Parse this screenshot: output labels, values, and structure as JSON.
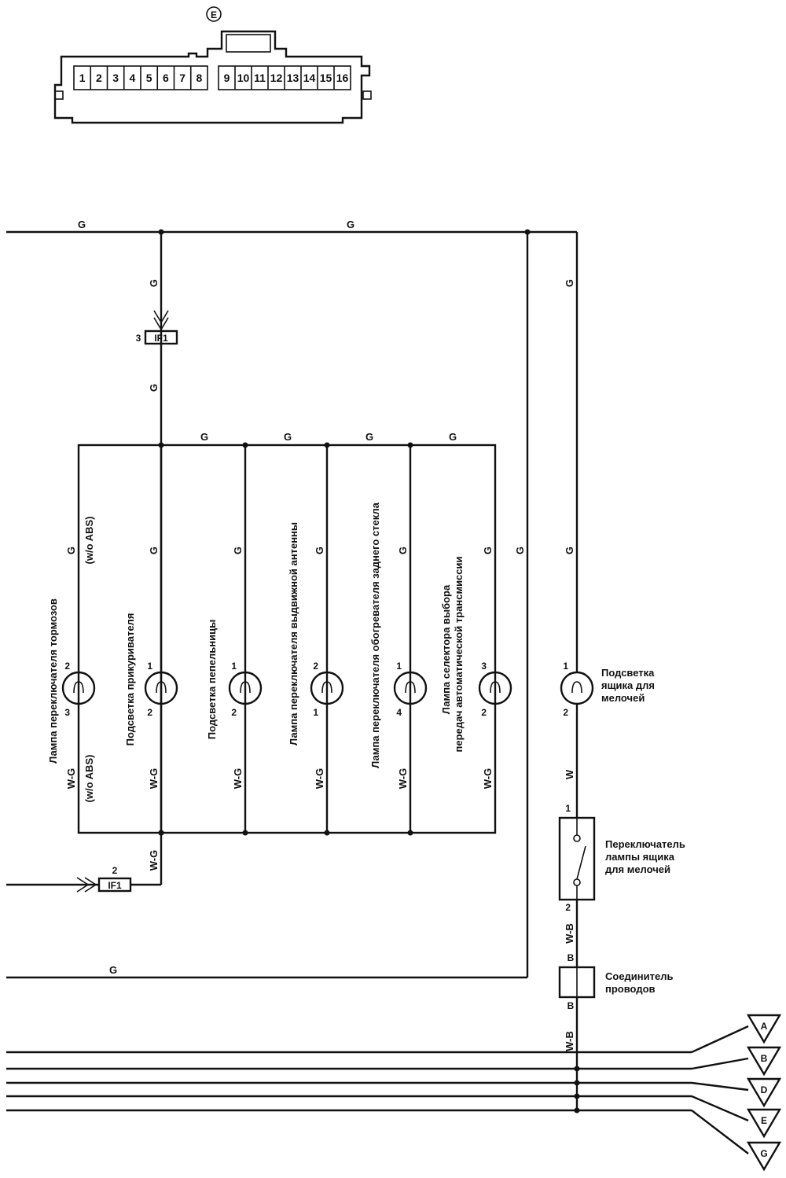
{
  "connector": {
    "letter": "E",
    "pins_left": [
      "1",
      "2",
      "3",
      "4",
      "5",
      "6",
      "7",
      "8"
    ],
    "pins_right": [
      "9",
      "10",
      "11",
      "12",
      "13",
      "14",
      "15",
      "16"
    ]
  },
  "wires": {
    "top_g_left": "G",
    "top_g_mid": "G",
    "feed_g_upper": "G",
    "feed_g_lower": "G",
    "right_g_upper": "G",
    "right_g_lower": "G",
    "bus_g": [
      "G",
      "G",
      "G",
      "G"
    ],
    "branch_g": [
      "G",
      "G",
      "G",
      "G",
      "G",
      "G"
    ],
    "branch_wg": [
      "W-G",
      "W-G",
      "W-G",
      "W-G",
      "W-G",
      "W-G"
    ],
    "wo_abs_top": "(w/o ABS)",
    "wo_abs_bottom": "(w/o ABS)",
    "mid_g": "G",
    "return_wg": "W-G",
    "bottom_g": "G",
    "w_label": "W",
    "wb_upper": "W-B",
    "wb_lower": "W-B"
  },
  "junctions": {
    "top": {
      "pin": "3",
      "id": "IF1"
    },
    "bottom": {
      "pin": "2",
      "id": "IF1"
    }
  },
  "lamps": [
    {
      "name": "Лампа переключателя тормозов",
      "pin_top": "2",
      "pin_bottom": "3"
    },
    {
      "name": "Подсветка прикуривателя",
      "pin_top": "1",
      "pin_bottom": "2"
    },
    {
      "name": "Подсветка пепельницы",
      "pin_top": "1",
      "pin_bottom": "2"
    },
    {
      "name": "Лампа переключателя выдвижной антенны",
      "pin_top": "2",
      "pin_bottom": "1"
    },
    {
      "name": "Лампа переключателя обогревателя заднего стекла",
      "pin_top": "1",
      "pin_bottom": "4"
    },
    {
      "name_line1": "Лампа селектора выбора",
      "name_line2": "передач автоматической трансмиссии",
      "pin_top": "3",
      "pin_bottom": "2"
    }
  ],
  "glovebox_lamp": {
    "line1": "Подсветка",
    "line2": "ящика для",
    "line3": "мелочей",
    "pin_top": "1",
    "pin_bottom": "2"
  },
  "glovebox_switch": {
    "line1": "Переключатель",
    "line2": "лампы ящика",
    "line3": "для мелочей",
    "pin_top": "1",
    "pin_bottom": "2"
  },
  "wire_connector": {
    "line1": "Соединитель",
    "line2": "проводов",
    "pin_top": "B",
    "pin_bottom": "B"
  },
  "ground_points": [
    "A",
    "B",
    "D",
    "E",
    "G"
  ]
}
